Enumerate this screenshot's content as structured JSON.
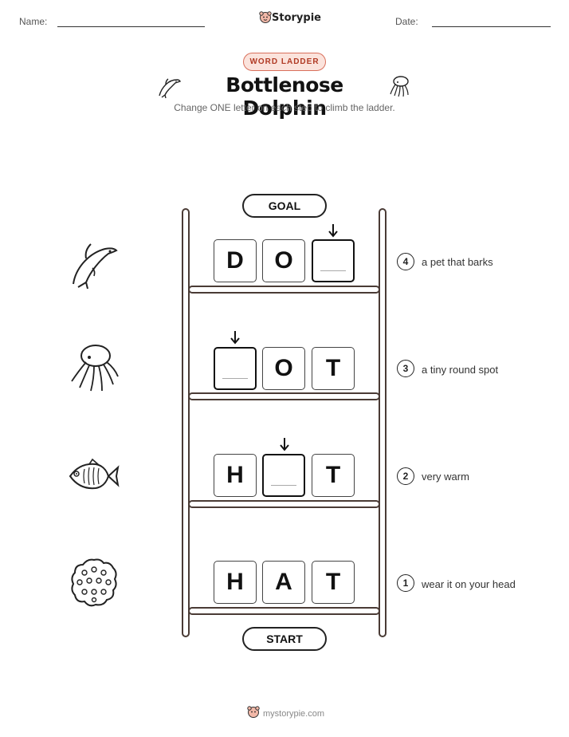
{
  "header": {
    "name_label": "Name:",
    "date_label": "Date:",
    "brand": "Storypie"
  },
  "badge": "WORD LADDER",
  "title": "Bottlenose Dolphin",
  "subtitle": "Change ONE letter on each step to climb the ladder.",
  "goal_label": "GOAL",
  "start_label": "START",
  "steps": [
    {
      "number": "4",
      "clue": "a pet that barks",
      "letters": [
        "D",
        "O",
        ""
      ],
      "blank_index": 2,
      "icon": "dolphin-icon"
    },
    {
      "number": "3",
      "clue": "a tiny round spot",
      "letters": [
        "",
        "O",
        "T"
      ],
      "blank_index": 0,
      "icon": "cuttlefish-icon"
    },
    {
      "number": "2",
      "clue": "very warm",
      "letters": [
        "H",
        "",
        "T"
      ],
      "blank_index": 1,
      "icon": "fish-icon"
    },
    {
      "number": "1",
      "clue": "wear it on your head",
      "letters": [
        "H",
        "A",
        "T"
      ],
      "blank_index": -1,
      "icon": "coral-icon"
    }
  ],
  "footer": "mystorypie.com"
}
